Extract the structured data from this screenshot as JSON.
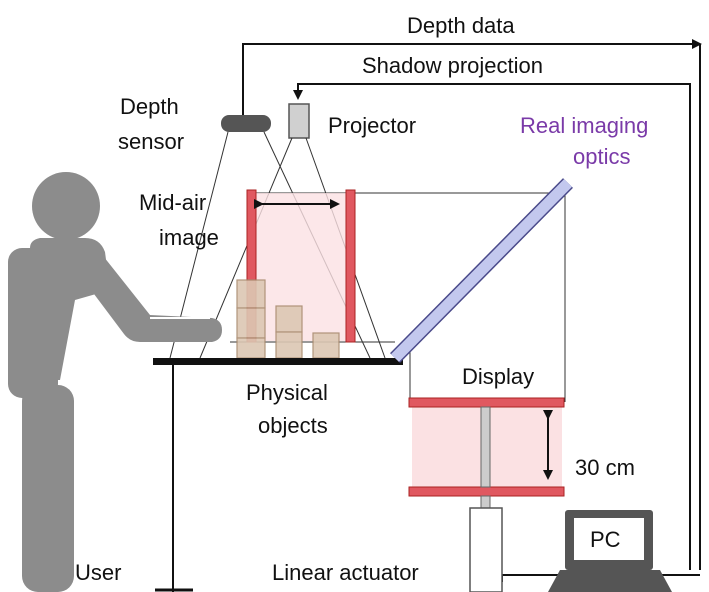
{
  "labels": {
    "depth_data": "Depth data",
    "shadow_projection": "Shadow projection",
    "depth_sensor_1": "Depth",
    "depth_sensor_2": "sensor",
    "projector": "Projector",
    "optics_1": "Real imaging",
    "optics_2": "optics",
    "midair_1": "Mid-air",
    "midair_2": "image",
    "physical_1": "Physical",
    "physical_2": "objects",
    "display": "Display",
    "distance": "30 cm",
    "pc": "PC",
    "user": "User",
    "actuator": "Linear actuator"
  },
  "colors": {
    "optics_label": "#7a3aa8",
    "optics_fill": "#c3c8ee",
    "display_border": "#e05860",
    "display_fill": "#fbe1e3",
    "object_fill": "#dcc7b3",
    "figure_gray": "#8c8c8c"
  }
}
